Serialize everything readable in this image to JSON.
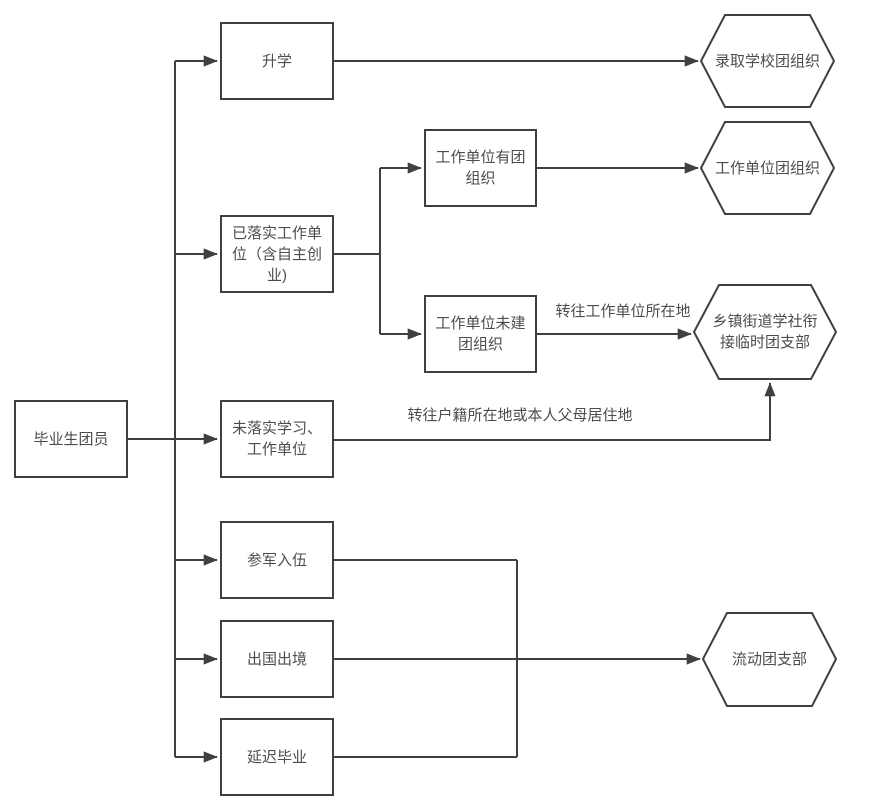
{
  "diagram_type": "flowchart",
  "colors": {
    "line": "#404040",
    "text": "#4d4d4d",
    "background": "#ffffff"
  },
  "nodes": {
    "start": "毕业生团员",
    "further_study": "升学",
    "employed": "已落实工作单位（含自主创业)",
    "not_settled": "未落实学习、工作单位",
    "military": "参军入伍",
    "abroad": "出国出境",
    "delayed": "延迟毕业",
    "unit_has_league": "工作单位有团组织",
    "unit_no_league": "工作单位未建团组织",
    "school_league": "录取学校团组织",
    "work_unit_league": "工作单位团组织",
    "township_branch": "乡镇街道学社衔接临时团支部",
    "mobile_branch": "流动团支部"
  },
  "edge_labels": {
    "to_work_location": "转往工作单位所在地",
    "to_household": "转往户籍所在地或本人父母居住地"
  }
}
